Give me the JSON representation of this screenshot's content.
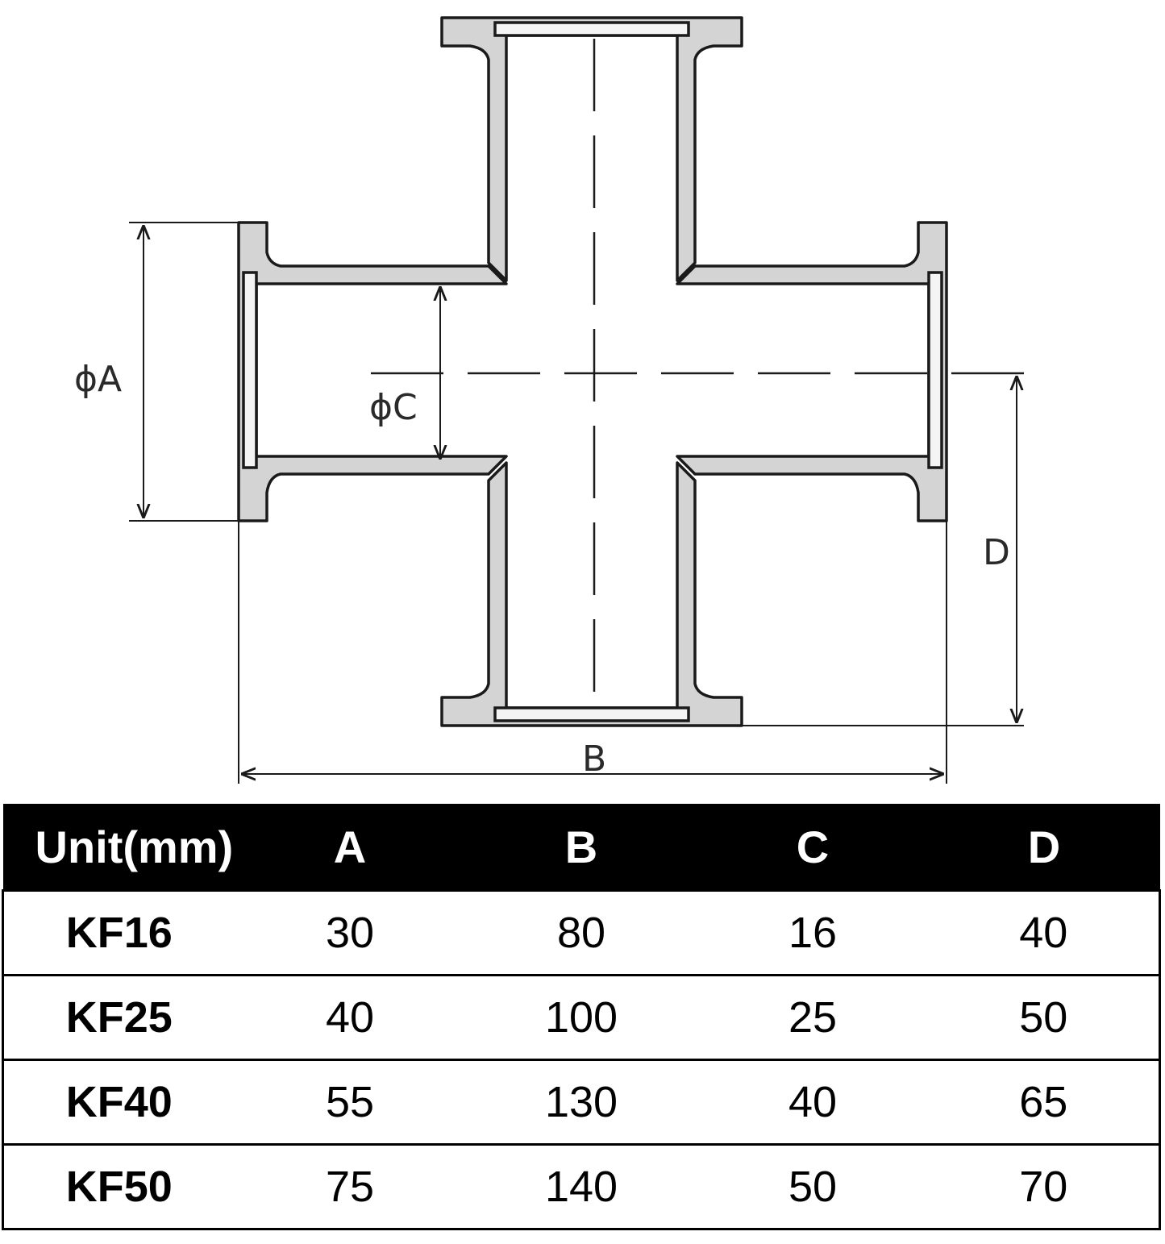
{
  "diagram": {
    "labels": {
      "phi_a": "ϕA",
      "phi_c": "ϕC",
      "b": "B",
      "d": "D"
    },
    "colors": {
      "stroke": "#1a1a1a",
      "flange_fill": "#d4d4d4",
      "tube_fill": "#f4f4f4"
    }
  },
  "table": {
    "headers": [
      "Unit(mm)",
      "A",
      "B",
      "C",
      "D"
    ],
    "rows": [
      [
        "KF16",
        "30",
        "80",
        "16",
        "40"
      ],
      [
        "KF25",
        "40",
        "100",
        "25",
        "50"
      ],
      [
        "KF40",
        "55",
        "130",
        "40",
        "65"
      ],
      [
        "KF50",
        "75",
        "140",
        "50",
        "70"
      ]
    ]
  }
}
